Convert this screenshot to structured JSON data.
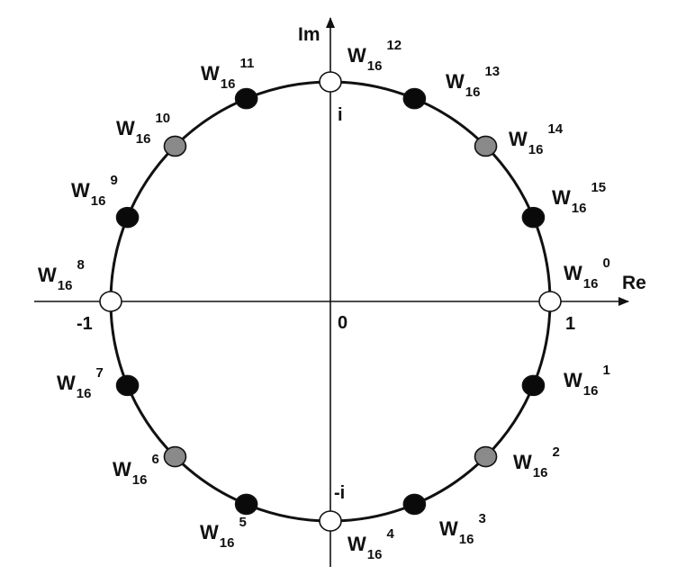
{
  "axes": {
    "x_label": "Re",
    "y_label": "Im",
    "origin_label": "0",
    "re_pos_label": "1",
    "re_neg_label": "-1",
    "im_pos_label": "i",
    "im_neg_label": "-i"
  },
  "colors": {
    "line": "#111111",
    "white": "#ffffff",
    "gray": "#8a8a8a",
    "black": "#0a0a0a"
  },
  "roots": {
    "base": "W",
    "subscript": "16",
    "points": [
      {
        "k": 0,
        "exponent": "0",
        "fill": "white"
      },
      {
        "k": 1,
        "exponent": "1",
        "fill": "black"
      },
      {
        "k": 2,
        "exponent": "2",
        "fill": "gray"
      },
      {
        "k": 3,
        "exponent": "3",
        "fill": "black"
      },
      {
        "k": 4,
        "exponent": "4",
        "fill": "white"
      },
      {
        "k": 5,
        "exponent": "5",
        "fill": "black"
      },
      {
        "k": 6,
        "exponent": "6",
        "fill": "gray"
      },
      {
        "k": 7,
        "exponent": "7",
        "fill": "black"
      },
      {
        "k": 8,
        "exponent": "8",
        "fill": "white"
      },
      {
        "k": 9,
        "exponent": "9",
        "fill": "black"
      },
      {
        "k": 10,
        "exponent": "10",
        "fill": "gray"
      },
      {
        "k": 11,
        "exponent": "11",
        "fill": "black"
      },
      {
        "k": 12,
        "exponent": "12",
        "fill": "white"
      },
      {
        "k": 13,
        "exponent": "13",
        "fill": "black"
      },
      {
        "k": 14,
        "exponent": "14",
        "fill": "gray"
      },
      {
        "k": 15,
        "exponent": "15",
        "fill": "black"
      }
    ]
  }
}
